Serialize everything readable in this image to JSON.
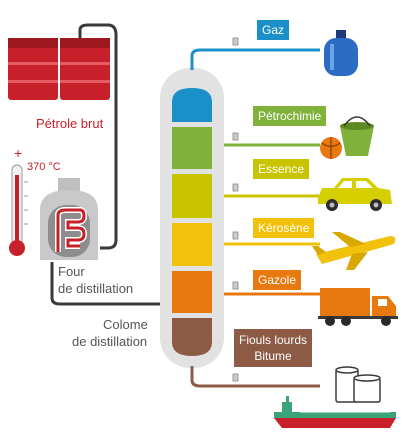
{
  "diagram": {
    "crude_oil_label": "Pétrole brut",
    "temperature_label": "370 °C",
    "furnace_label_line1": "Four",
    "furnace_label_line2": "de distillation",
    "column_label_line1": "Colome",
    "column_label_line2": "de distillation",
    "products": [
      {
        "label": "Gaz",
        "icon": "gas-bottle-icon",
        "color": "#1a8fc8"
      },
      {
        "label": "Pétrochimie",
        "icon": "bucket-and-ball-icon",
        "color": "#7fb13b"
      },
      {
        "label": "Essence",
        "icon": "car-icon",
        "color": "#c9c400"
      },
      {
        "label": "Kérosène",
        "icon": "airplane-icon",
        "color": "#f1c10b"
      },
      {
        "label": "Gazole",
        "icon": "truck-icon",
        "color": "#e8790f"
      },
      {
        "label_line1": "Fiouls lourds",
        "label_line2": "Bitume",
        "icon": "storage-tanks-icon",
        "color": "#8c5a45"
      }
    ],
    "colors": {
      "pipe_dark": "#3a3a3a",
      "crude_red": "#c8202a",
      "column_grey": "#e2e2e2",
      "furnace_grey": "#c9c9c9",
      "ship_green": "#3aa37a",
      "ship_red": "#c8202a",
      "text_red": "#c8202a",
      "text_grey": "#555555"
    }
  }
}
